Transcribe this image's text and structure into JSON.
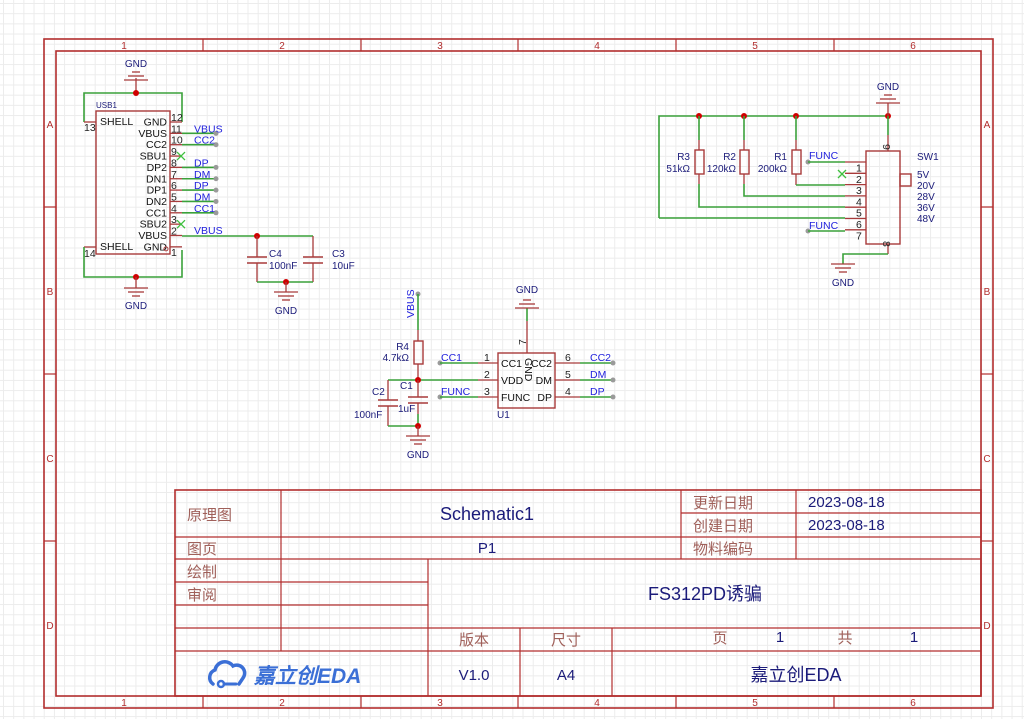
{
  "canvas": {
    "grid": true,
    "background": "#ffffff",
    "frame_color": "#b22e2e",
    "wire_color": "#3aa13a",
    "net_label_color": "#2222dd",
    "text_color": "#1b1b7a"
  },
  "zones": {
    "columns": [
      "1",
      "2",
      "3",
      "4",
      "5",
      "6"
    ],
    "rows": [
      "A",
      "B",
      "C",
      "D"
    ]
  },
  "usb1": {
    "designator": "USB1",
    "left_pins": [
      {
        "num": "13",
        "name": "SHELL"
      },
      {
        "num": "14",
        "name": "SHELL"
      }
    ],
    "right_pins": [
      {
        "num": "12",
        "name": "GND"
      },
      {
        "num": "11",
        "name": "VBUS"
      },
      {
        "num": "10",
        "name": "CC2"
      },
      {
        "num": "9",
        "name": "SBU1"
      },
      {
        "num": "8",
        "name": "DP2"
      },
      {
        "num": "7",
        "name": "DN1"
      },
      {
        "num": "6",
        "name": "DP1"
      },
      {
        "num": "5",
        "name": "DN2"
      },
      {
        "num": "4",
        "name": "CC1"
      },
      {
        "num": "3",
        "name": "SBU2"
      },
      {
        "num": "2",
        "name": "VBUS"
      },
      {
        "num": "1",
        "name": "GND"
      }
    ],
    "nets": [
      "VBUS",
      "CC2",
      "DP",
      "DM",
      "DP",
      "DM",
      "CC1",
      "VBUS"
    ]
  },
  "gnd_label": "GND",
  "caps": {
    "c4": {
      "designator": "C4",
      "value": "100nF"
    },
    "c3": {
      "designator": "C3",
      "value": "10uF"
    },
    "c1": {
      "designator": "C1",
      "value": "1uF"
    },
    "c2": {
      "designator": "C2",
      "value": "100nF"
    }
  },
  "resistors": {
    "r1": {
      "designator": "R1",
      "value": "200kΩ"
    },
    "r2": {
      "designator": "R2",
      "value": "120kΩ"
    },
    "r3": {
      "designator": "R3",
      "value": "51kΩ"
    },
    "r4": {
      "designator": "R4",
      "value": "4.7kΩ"
    }
  },
  "sw1": {
    "designator": "SW1",
    "pins": [
      "1",
      "2",
      "3",
      "4",
      "5",
      "6",
      "7"
    ],
    "top_pin": "9",
    "bottom_pin": "8",
    "voltages": [
      "5V",
      "20V",
      "28V",
      "36V",
      "48V"
    ],
    "nets": [
      "FUNC",
      "FUNC"
    ]
  },
  "u1": {
    "designator": "U1",
    "left_pins": [
      {
        "num": "1",
        "name": "CC1",
        "net": "CC1"
      },
      {
        "num": "2",
        "name": "VDD",
        "net": ""
      },
      {
        "num": "3",
        "name": "FUNC",
        "net": "FUNC"
      }
    ],
    "right_pins": [
      {
        "num": "6",
        "name": "CC2",
        "net": "CC2"
      },
      {
        "num": "5",
        "name": "DM",
        "net": "DM"
      },
      {
        "num": "4",
        "name": "DP",
        "net": "DP"
      }
    ],
    "top_pin": {
      "num": "7",
      "name": "GND"
    },
    "vbus_net": "VBUS"
  },
  "title_block": {
    "schematic_label": "原理图",
    "schematic_name": "Schematic1",
    "updated_label": "更新日期",
    "updated_value": "2023-08-18",
    "created_label": "创建日期",
    "created_value": "2023-08-18",
    "part_label": "物料编码",
    "part_value": "",
    "page_label": "图页",
    "page_value": "P1",
    "drawn_label": "绘制",
    "review_label": "审阅",
    "project_title": "FS312PD诱骗",
    "version_label": "版本",
    "version_value": "V1.0",
    "size_label": "尺寸",
    "size_value": "A4",
    "sheet_label": "页",
    "sheet_value": "1",
    "total_label": "共",
    "total_value": "1",
    "logo_text": "嘉立创EDA",
    "company": "嘉立创EDA",
    "logo_color": "#3b6fd6"
  }
}
